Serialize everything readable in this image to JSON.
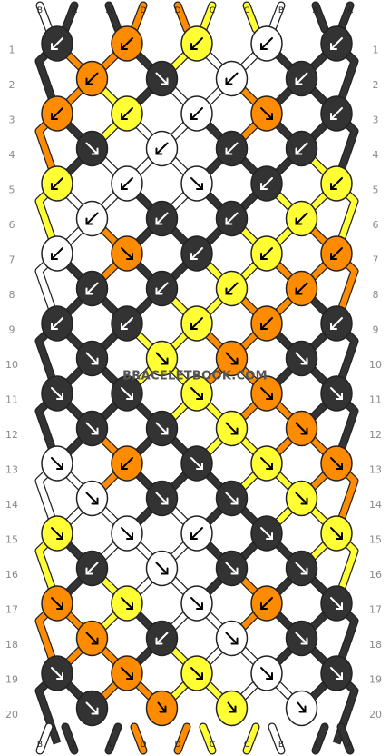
{
  "watermark": "BRACELETBOOK.COM",
  "colors": {
    "A": "#333333",
    "B": "#ffffff",
    "C": "#ffff33",
    "D": "#ff8c00",
    "outline": "#222222"
  },
  "strings_top": [
    "B",
    "A",
    "A",
    "D",
    "D",
    "C",
    "C",
    "B",
    "A",
    "A"
  ],
  "strings_bottom": [
    "B",
    "A",
    "A",
    "D",
    "D",
    "C",
    "C",
    "B",
    "A",
    "A"
  ],
  "row_numbers": [
    1,
    2,
    3,
    4,
    5,
    6,
    7,
    8,
    9,
    10,
    11,
    12,
    13,
    14,
    15,
    16,
    17,
    18,
    19,
    20
  ],
  "knots": [
    {
      "row": 1,
      "col": 0,
      "color": "A",
      "dir": "down-left"
    },
    {
      "row": 1,
      "col": 2,
      "color": "D",
      "dir": "down-left"
    },
    {
      "row": 1,
      "col": 4,
      "color": "C",
      "dir": "down-left"
    },
    {
      "row": 1,
      "col": 6,
      "color": "B",
      "dir": "down-left"
    },
    {
      "row": 1,
      "col": 8,
      "color": "A",
      "dir": "down-left"
    },
    {
      "row": 2,
      "col": 1,
      "color": "D",
      "dir": "down-left"
    },
    {
      "row": 2,
      "col": 3,
      "color": "A",
      "dir": "down-right"
    },
    {
      "row": 2,
      "col": 5,
      "color": "B",
      "dir": "down-left"
    },
    {
      "row": 2,
      "col": 7,
      "color": "A",
      "dir": "down-left"
    },
    {
      "row": 3,
      "col": 0,
      "color": "D",
      "dir": "down-left"
    },
    {
      "row": 3,
      "col": 2,
      "color": "C",
      "dir": "down-left"
    },
    {
      "row": 3,
      "col": 4,
      "color": "B",
      "dir": "down-left"
    },
    {
      "row": 3,
      "col": 6,
      "color": "D",
      "dir": "down-right"
    },
    {
      "row": 3,
      "col": 8,
      "color": "A",
      "dir": "down-left"
    },
    {
      "row": 4,
      "col": 1,
      "color": "A",
      "dir": "down-right"
    },
    {
      "row": 4,
      "col": 3,
      "color": "B",
      "dir": "down-left"
    },
    {
      "row": 4,
      "col": 5,
      "color": "A",
      "dir": "down-left"
    },
    {
      "row": 4,
      "col": 7,
      "color": "A",
      "dir": "down-left"
    },
    {
      "row": 5,
      "col": 0,
      "color": "C",
      "dir": "down-left"
    },
    {
      "row": 5,
      "col": 2,
      "color": "B",
      "dir": "down-left"
    },
    {
      "row": 5,
      "col": 4,
      "color": "B",
      "dir": "down-right"
    },
    {
      "row": 5,
      "col": 6,
      "color": "A",
      "dir": "down-left"
    },
    {
      "row": 5,
      "col": 8,
      "color": "C",
      "dir": "down-left"
    },
    {
      "row": 6,
      "col": 1,
      "color": "B",
      "dir": "down-left"
    },
    {
      "row": 6,
      "col": 3,
      "color": "A",
      "dir": "down-left"
    },
    {
      "row": 6,
      "col": 5,
      "color": "A",
      "dir": "down-left"
    },
    {
      "row": 6,
      "col": 7,
      "color": "C",
      "dir": "down-left"
    },
    {
      "row": 7,
      "col": 0,
      "color": "B",
      "dir": "down-left"
    },
    {
      "row": 7,
      "col": 2,
      "color": "D",
      "dir": "down-right"
    },
    {
      "row": 7,
      "col": 4,
      "color": "A",
      "dir": "down-left"
    },
    {
      "row": 7,
      "col": 6,
      "color": "C",
      "dir": "down-left"
    },
    {
      "row": 7,
      "col": 8,
      "color": "D",
      "dir": "down-left"
    },
    {
      "row": 8,
      "col": 1,
      "color": "A",
      "dir": "down-left"
    },
    {
      "row": 8,
      "col": 3,
      "color": "A",
      "dir": "down-left"
    },
    {
      "row": 8,
      "col": 5,
      "color": "C",
      "dir": "down-left"
    },
    {
      "row": 8,
      "col": 7,
      "color": "D",
      "dir": "down-left"
    },
    {
      "row": 9,
      "col": 0,
      "color": "A",
      "dir": "down-left"
    },
    {
      "row": 9,
      "col": 2,
      "color": "A",
      "dir": "down-left"
    },
    {
      "row": 9,
      "col": 4,
      "color": "C",
      "dir": "down-left"
    },
    {
      "row": 9,
      "col": 6,
      "color": "D",
      "dir": "down-left"
    },
    {
      "row": 9,
      "col": 8,
      "color": "A",
      "dir": "down-left"
    },
    {
      "row": 10,
      "col": 1,
      "color": "A",
      "dir": "down-right"
    },
    {
      "row": 10,
      "col": 3,
      "color": "C",
      "dir": "down-right"
    },
    {
      "row": 10,
      "col": 5,
      "color": "D",
      "dir": "down-right"
    },
    {
      "row": 10,
      "col": 7,
      "color": "A",
      "dir": "down-right"
    },
    {
      "row": 11,
      "col": 0,
      "color": "A",
      "dir": "down-right"
    },
    {
      "row": 11,
      "col": 2,
      "color": "A",
      "dir": "down-right"
    },
    {
      "row": 11,
      "col": 4,
      "color": "C",
      "dir": "down-right"
    },
    {
      "row": 11,
      "col": 6,
      "color": "D",
      "dir": "down-right"
    },
    {
      "row": 11,
      "col": 8,
      "color": "A",
      "dir": "down-right"
    },
    {
      "row": 12,
      "col": 1,
      "color": "A",
      "dir": "down-right"
    },
    {
      "row": 12,
      "col": 3,
      "color": "A",
      "dir": "down-right"
    },
    {
      "row": 12,
      "col": 5,
      "color": "C",
      "dir": "down-right"
    },
    {
      "row": 12,
      "col": 7,
      "color": "D",
      "dir": "down-right"
    },
    {
      "row": 13,
      "col": 0,
      "color": "B",
      "dir": "down-right"
    },
    {
      "row": 13,
      "col": 2,
      "color": "D",
      "dir": "down-left"
    },
    {
      "row": 13,
      "col": 4,
      "color": "A",
      "dir": "down-right"
    },
    {
      "row": 13,
      "col": 6,
      "color": "C",
      "dir": "down-right"
    },
    {
      "row": 13,
      "col": 8,
      "color": "D",
      "dir": "down-right"
    },
    {
      "row": 14,
      "col": 1,
      "color": "B",
      "dir": "down-right"
    },
    {
      "row": 14,
      "col": 3,
      "color": "A",
      "dir": "down-right"
    },
    {
      "row": 14,
      "col": 5,
      "color": "A",
      "dir": "down-right"
    },
    {
      "row": 14,
      "col": 7,
      "color": "C",
      "dir": "down-right"
    },
    {
      "row": 15,
      "col": 0,
      "color": "C",
      "dir": "down-right"
    },
    {
      "row": 15,
      "col": 2,
      "color": "B",
      "dir": "down-right"
    },
    {
      "row": 15,
      "col": 4,
      "color": "B",
      "dir": "down-left"
    },
    {
      "row": 15,
      "col": 6,
      "color": "A",
      "dir": "down-right"
    },
    {
      "row": 15,
      "col": 8,
      "color": "C",
      "dir": "down-right"
    },
    {
      "row": 16,
      "col": 1,
      "color": "A",
      "dir": "down-left"
    },
    {
      "row": 16,
      "col": 3,
      "color": "B",
      "dir": "down-right"
    },
    {
      "row": 16,
      "col": 5,
      "color": "A",
      "dir": "down-right"
    },
    {
      "row": 16,
      "col": 7,
      "color": "A",
      "dir": "down-right"
    },
    {
      "row": 17,
      "col": 0,
      "color": "D",
      "dir": "down-right"
    },
    {
      "row": 17,
      "col": 2,
      "color": "C",
      "dir": "down-right"
    },
    {
      "row": 17,
      "col": 4,
      "color": "B",
      "dir": "down-right"
    },
    {
      "row": 17,
      "col": 6,
      "color": "D",
      "dir": "down-left"
    },
    {
      "row": 17,
      "col": 8,
      "color": "A",
      "dir": "down-right"
    },
    {
      "row": 18,
      "col": 1,
      "color": "D",
      "dir": "down-right"
    },
    {
      "row": 18,
      "col": 3,
      "color": "A",
      "dir": "down-left"
    },
    {
      "row": 18,
      "col": 5,
      "color": "B",
      "dir": "down-right"
    },
    {
      "row": 18,
      "col": 7,
      "color": "A",
      "dir": "down-right"
    },
    {
      "row": 19,
      "col": 0,
      "color": "A",
      "dir": "down-right"
    },
    {
      "row": 19,
      "col": 2,
      "color": "D",
      "dir": "down-right"
    },
    {
      "row": 19,
      "col": 4,
      "color": "C",
      "dir": "down-right"
    },
    {
      "row": 19,
      "col": 6,
      "color": "B",
      "dir": "down-right"
    },
    {
      "row": 19,
      "col": 8,
      "color": "A",
      "dir": "down-right"
    },
    {
      "row": 20,
      "col": 1,
      "color": "A",
      "dir": "down-right"
    },
    {
      "row": 20,
      "col": 3,
      "color": "D",
      "dir": "right-down"
    },
    {
      "row": 20,
      "col": 5,
      "color": "C",
      "dir": "right-down"
    },
    {
      "row": 20,
      "col": 7,
      "color": "B",
      "dir": "right-down"
    }
  ]
}
